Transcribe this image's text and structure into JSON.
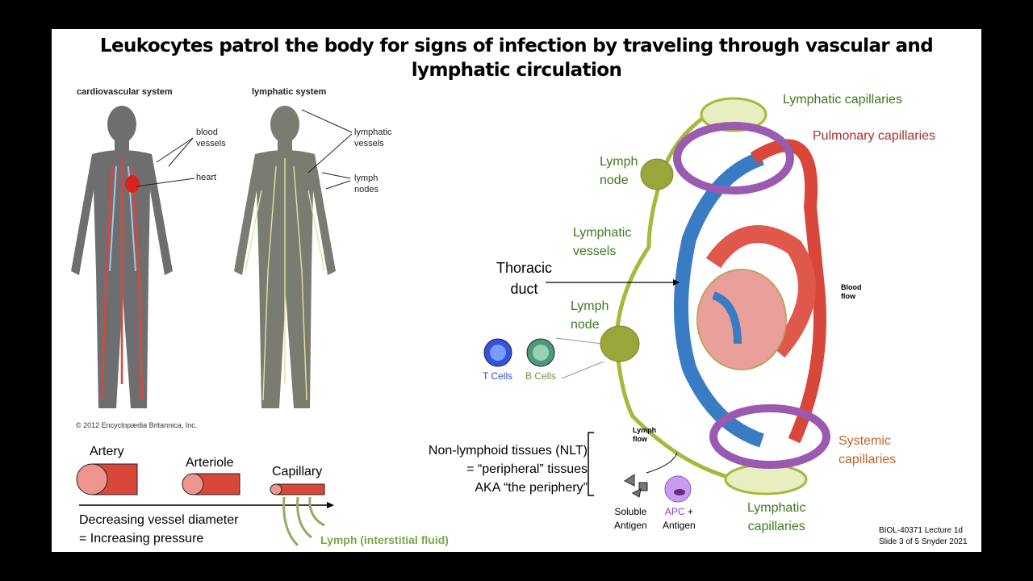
{
  "title": "Leukocytes patrol the body for signs of infection by traveling through vascular and lymphatic circulation",
  "left_figure": {
    "cardio_heading": "cardiovascular system",
    "lymph_heading": "lymphatic system",
    "cardio_labels": {
      "blood_vessels": "blood\nvessels",
      "heart": "heart"
    },
    "lymph_labels": {
      "lymphatic_vessels": "lymphatic\nvessels",
      "lymph_nodes": "lymph\nnodes"
    },
    "copyright": "© 2012 Encyclopædia Britannica, Inc."
  },
  "vessels": {
    "artery": "Artery",
    "arteriole": "Arteriole",
    "capillary": "Capillary",
    "caption_line1": "Decreasing vessel diameter",
    "caption_line2": "= Increasing pressure",
    "lymph_label": "Lymph (interstitial fluid)"
  },
  "circulation": {
    "lymphatic_capillaries_top": "Lymphatic capillaries",
    "pulmonary_capillaries": "Pulmonary capillaries",
    "lymph_node_top": "Lymph\nnode",
    "lymphatic_vessels": "Lymphatic\nvessels",
    "thoracic_duct": "Thoracic\nduct",
    "lymph_node_bottom": "Lymph\nnode",
    "blood_flow": "Blood\nflow",
    "systemic_capillaries": "Systemic\ncapillaries",
    "lymphatic_capillaries_bottom": "Lymphatic\ncapillaries",
    "lymph_flow": "Lymph\nflow",
    "t_cells": "T Cells",
    "b_cells": "B Cells",
    "soluble_antigen": "Soluble\nAntigen",
    "apc": "APC",
    "apc_suffix": " +\nAntigen",
    "nlt_line1": "Non-lymphoid tissues (NLT)",
    "nlt_line2": "= “peripheral” tissues",
    "nlt_line3": "AKA “the periphery”"
  },
  "footer": {
    "line1": "BIOL-40371 Lecture 1d",
    "line2": "Slide 3 of 5 Snyder 2021"
  },
  "colors": {
    "artery_red": "#d9463a",
    "vein_blue": "#3a7cc4",
    "lymph_green": "#a7b83a",
    "label_green": "#3d7a1e",
    "pulmonary_red": "#a8302a",
    "systemic_orange": "#c0622a"
  }
}
